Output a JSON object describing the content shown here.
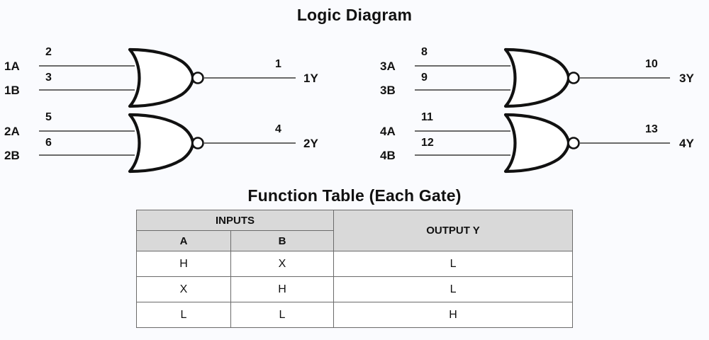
{
  "headings": {
    "logic_diagram": "Logic Diagram",
    "function_table": "Function Table (Each Gate)"
  },
  "colors": {
    "background": "#fafbfe",
    "ink": "#111111",
    "wire": "#555555",
    "header_fill": "#d9d9d9",
    "border": "#6b6b6b",
    "gate_fill": "#ffffff"
  },
  "diagram": {
    "gate_type": "NOR",
    "gate_count": 4,
    "gates": [
      {
        "id": "gate-1",
        "input_a_label": "1A",
        "input_b_label": "1B",
        "input_a_pin": "2",
        "input_b_pin": "3",
        "output_label": "1Y",
        "output_pin": "1"
      },
      {
        "id": "gate-2",
        "input_a_label": "2A",
        "input_b_label": "2B",
        "input_a_pin": "5",
        "input_b_pin": "6",
        "output_label": "2Y",
        "output_pin": "4"
      },
      {
        "id": "gate-3",
        "input_a_label": "3A",
        "input_b_label": "3B",
        "input_a_pin": "8",
        "input_b_pin": "9",
        "output_label": "3Y",
        "output_pin": "10"
      },
      {
        "id": "gate-4",
        "input_a_label": "4A",
        "input_b_label": "4B",
        "input_a_pin": "11",
        "input_b_pin": "12",
        "output_label": "4Y",
        "output_pin": "13"
      }
    ]
  },
  "function_table": {
    "group_headers": [
      {
        "label": "INPUTS",
        "span": 2
      },
      {
        "label": "OUTPUT Y",
        "span": 1
      }
    ],
    "sub_headers": [
      "A",
      "B"
    ],
    "rows": [
      {
        "a": "H",
        "b": "X",
        "y": "L"
      },
      {
        "a": "X",
        "b": "H",
        "y": "L"
      },
      {
        "a": "L",
        "b": "L",
        "y": "H"
      }
    ]
  }
}
